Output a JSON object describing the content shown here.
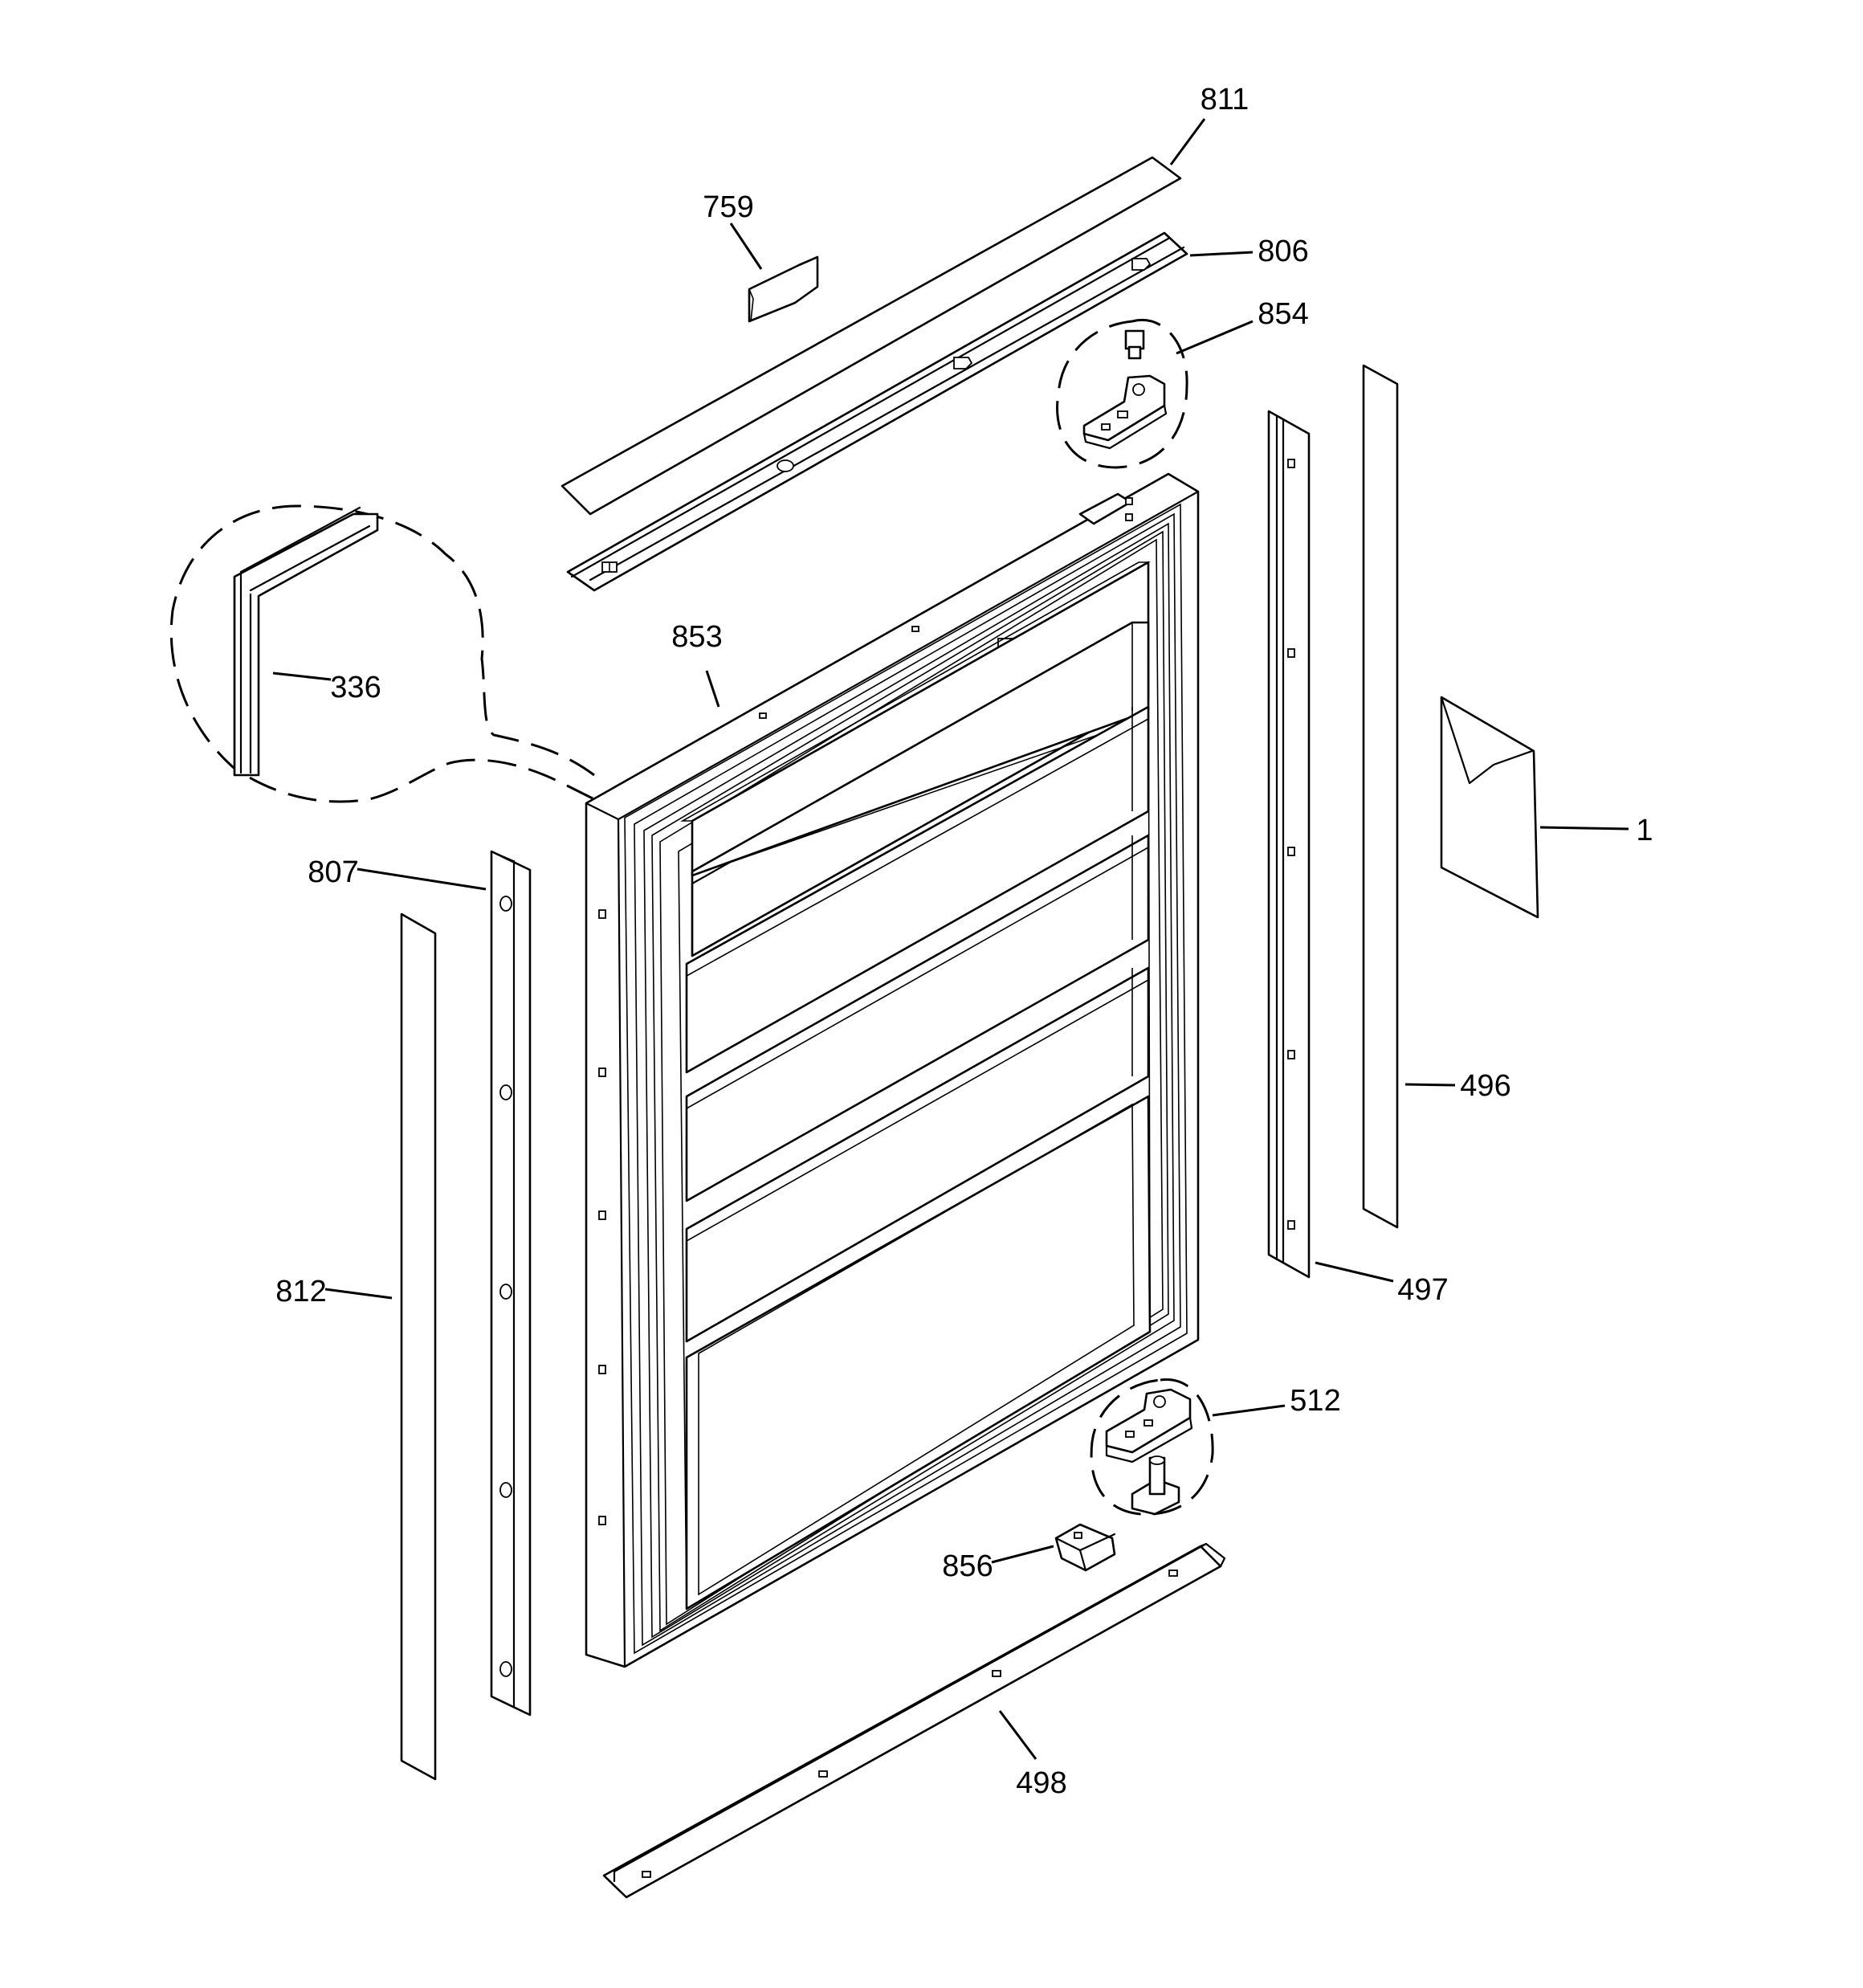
{
  "diagram": {
    "type": "exploded parts diagram",
    "callouts": [
      {
        "id": "811",
        "part": "top-trim-strip"
      },
      {
        "id": "759",
        "part": "small-cover"
      },
      {
        "id": "806",
        "part": "top-bracket-rail"
      },
      {
        "id": "854",
        "part": "upper-hinge"
      },
      {
        "id": "336",
        "part": "door-gasket"
      },
      {
        "id": "853",
        "part": "door-frame"
      },
      {
        "id": "1",
        "part": "instruction-sheet"
      },
      {
        "id": "807",
        "part": "left-bracket-rail"
      },
      {
        "id": "496",
        "part": "right-trim-strip"
      },
      {
        "id": "812",
        "part": "left-trim-strip"
      },
      {
        "id": "497",
        "part": "right-bracket-rail"
      },
      {
        "id": "512",
        "part": "lower-hinge"
      },
      {
        "id": "856",
        "part": "bottom-clip"
      },
      {
        "id": "498",
        "part": "bottom-bracket-rail"
      }
    ]
  }
}
